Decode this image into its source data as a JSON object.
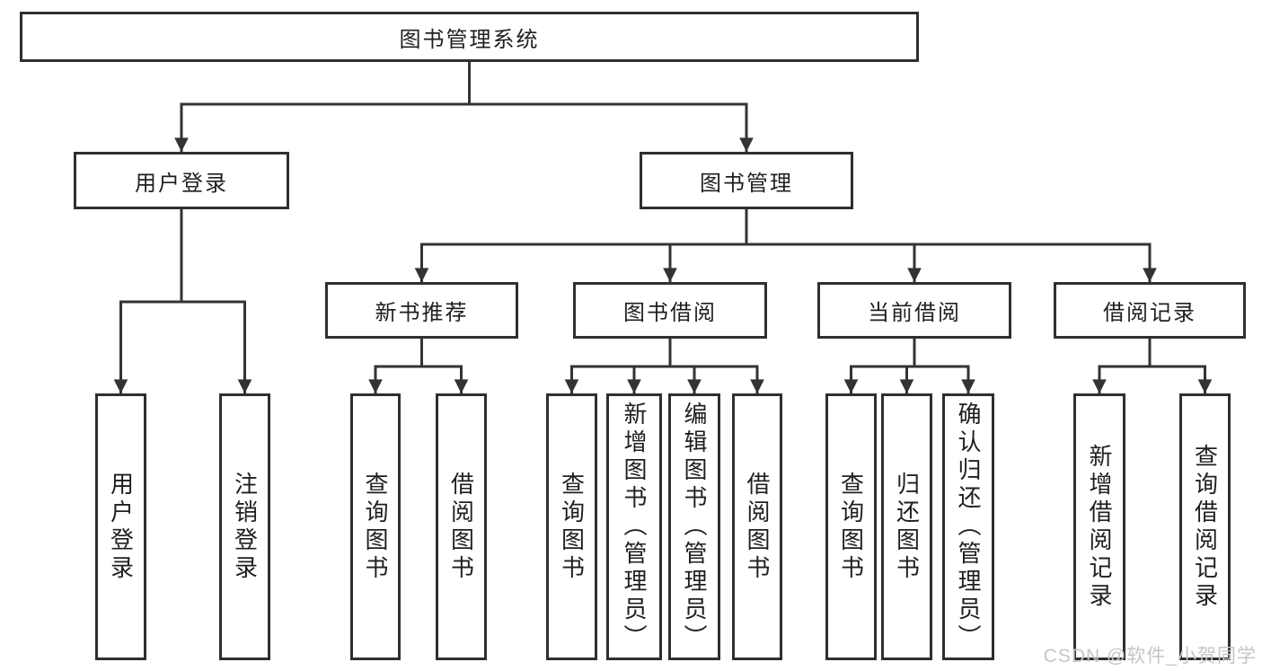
{
  "diagram": {
    "tree": {
      "label": "图书管理系统",
      "children": [
        {
          "label": "用户登录",
          "children": [
            {
              "label": "用户登录"
            },
            {
              "label": "注销登录"
            }
          ]
        },
        {
          "label": "图书管理",
          "children": [
            {
              "label": "新书推荐",
              "children": [
                {
                  "label": "查询图书"
                },
                {
                  "label": "借阅图书"
                }
              ]
            },
            {
              "label": "图书借阅",
              "children": [
                {
                  "label": "查询图书"
                },
                {
                  "label": "新增图书（管理员）"
                },
                {
                  "label": "编辑图书（管理员）"
                },
                {
                  "label": "借阅图书"
                }
              ]
            },
            {
              "label": "当前借阅",
              "children": [
                {
                  "label": "查询图书"
                },
                {
                  "label": "归还图书"
                },
                {
                  "label": "确认归还（管理员）"
                }
              ]
            },
            {
              "label": "借阅记录",
              "children": [
                {
                  "label": "新增借阅记录"
                },
                {
                  "label": "查询借阅记录"
                }
              ]
            }
          ]
        }
      ]
    },
    "colors": {
      "line": "#333333",
      "border": "#2f2f2f",
      "text": "#1f1f1f",
      "watermark": "#c6c6c6",
      "background": "#ffffff"
    }
  },
  "watermark": "CSDN @软件_小贺同学"
}
